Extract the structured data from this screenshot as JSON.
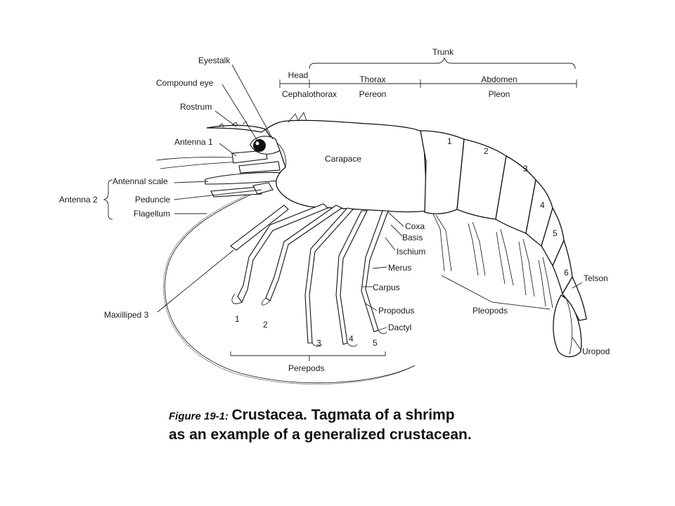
{
  "tagmata": {
    "trunk": "Trunk",
    "head": "Head",
    "thorax": "Thorax",
    "abdomen": "Abdomen",
    "cephalothorax": "Cephalothorax",
    "pereon": "Pereon",
    "pleon": "Pleon"
  },
  "labels": {
    "eyestalk": "Eyestalk",
    "compound_eye": "Compound eye",
    "rostrum": "Rostrum",
    "antenna_1": "Antenna 1",
    "antennal_scale": "Antennal scale",
    "antenna_2": "Antenna 2",
    "peduncle": "Peduncle",
    "flagellum": "Flagellum",
    "maxilliped_3": "Maxilliped 3",
    "carapace": "Carapace",
    "coxa": "Coxa",
    "basis": "Basis",
    "ischium": "Ischium",
    "merus": "Merus",
    "carpus": "Carpus",
    "propodus": "Propodus",
    "dactyl": "Dactyl",
    "pleopods": "Pleopods",
    "perepods": "Perepods",
    "telson": "Telson",
    "uropod": "Uropod"
  },
  "abdominal_segments": [
    "1",
    "2",
    "3",
    "4",
    "5",
    "6"
  ],
  "leg_numbers": [
    "1",
    "2",
    "3",
    "4",
    "5"
  ],
  "caption": {
    "figure": "Figure 19-1:",
    "line1": "Crustacea.  Tagmata of a shrimp",
    "line2": "as an example of a generalized crustacean."
  }
}
